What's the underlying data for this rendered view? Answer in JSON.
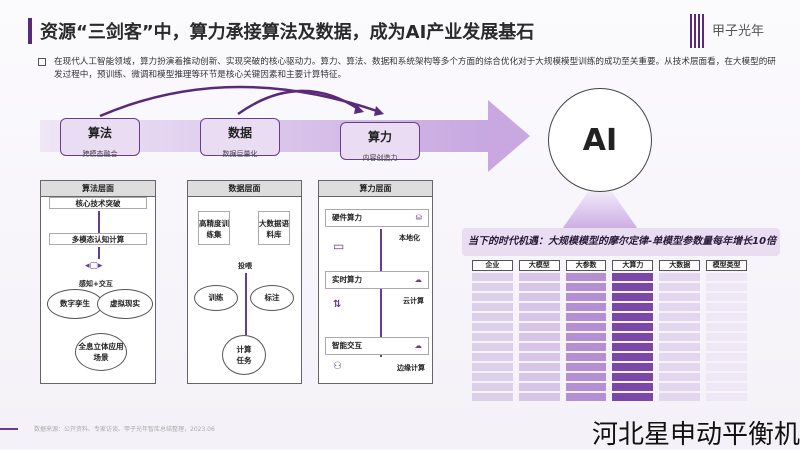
{
  "header": {
    "title": "资源“三剑客”中，算力承接算法及数据，成为AI产业发展基石",
    "logo_text": "甲子光年"
  },
  "intro": "在现代人工智能领域，算力扮演着推动创新、实现突破的核心驱动力。算力、算法、数据和系统架构等多个方面的综合优化对于大规模模型训练的成功至关重要。从技术层面看，在大模型的研发过程中，预训练、微调和模型推理等环节是核心关键因素和主要计算特征。",
  "flow": {
    "steps": [
      {
        "title": "算法",
        "sub": "跨模态融合"
      },
      {
        "title": "数据",
        "sub": "数据巨量化"
      },
      {
        "title": "算力",
        "sub": "内容创造力"
      }
    ],
    "target": "AI"
  },
  "panels": {
    "algorithm": {
      "title": "算法层面",
      "core": "核心技术突破",
      "multimodal": "多模态认知计算",
      "interact": "感知+交互",
      "twin": "数字孪生",
      "vr": "虚拟现实",
      "scene": "全息立体应用场景"
    },
    "data": {
      "title": "数据层面",
      "hq": "高精度训练集",
      "big": "大数据语料库",
      "label": "投喂",
      "train": "训练",
      "annotate": "标注",
      "task": "计算任务"
    },
    "compute": {
      "title": "算力层面",
      "hw": "硬件算力",
      "rt": "实时算力",
      "smart": "智能交互",
      "local": "本地化",
      "cloud": "云计算",
      "edge": "边缘计算"
    }
  },
  "opportunity": {
    "banner": "当下的时代机遇：大规模模型的摩尔定律-单模型参数量每年增长10倍",
    "columns": [
      "企业",
      "大模型",
      "大参数",
      "大算力",
      "大数据",
      "模型类型"
    ]
  },
  "footer": {
    "source": "数据来源：公开资料、专家访谈、甲子光年智库总结整理，2023.06"
  },
  "watermark": "河北星申动平衡机",
  "colors": {
    "accent": "#6a3d8c",
    "light": "#e9dcf3"
  }
}
